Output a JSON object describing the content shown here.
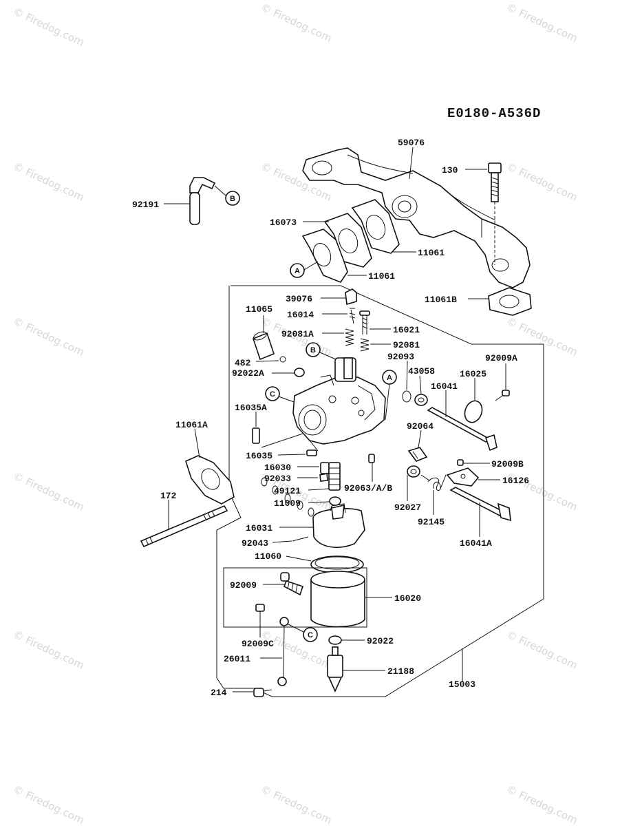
{
  "diagram_code": "E0180-A536D",
  "watermark_text": "© Firedog.com",
  "callouts": [
    "A",
    "B",
    "C"
  ],
  "labels": {
    "p59076": "59076",
    "p130": "130",
    "p92191": "92191",
    "p16073": "16073",
    "p11061_a": "11061",
    "p11061_b": "11061",
    "p11061B": "11061B",
    "p39076": "39076",
    "p11065": "11065",
    "p16014": "16014",
    "p16021": "16021",
    "p92081A": "92081A",
    "p92081": "92081",
    "p482": "482",
    "p92093": "92093",
    "p92009A": "92009A",
    "p92022A": "92022A",
    "p43058": "43058",
    "p16025": "16025",
    "p16041": "16041",
    "p16035A": "16035A",
    "p11061A": "11061A",
    "p92064": "92064",
    "p16035": "16035",
    "p16030": "16030",
    "p92009B": "92009B",
    "p92033": "92033",
    "p16126": "16126",
    "p49121": "49121",
    "p92063": "92063/A/B",
    "p172": "172",
    "p11009": "11009",
    "p92027": "92027",
    "p92145": "92145",
    "p16031": "16031",
    "p16041A": "16041A",
    "p92043": "92043",
    "p11060": "11060",
    "p92009": "92009",
    "p16020": "16020",
    "p92009C": "92009C",
    "p92022": "92022",
    "p26011": "26011",
    "p21188": "21188",
    "p15003": "15003",
    "p214": "214"
  }
}
